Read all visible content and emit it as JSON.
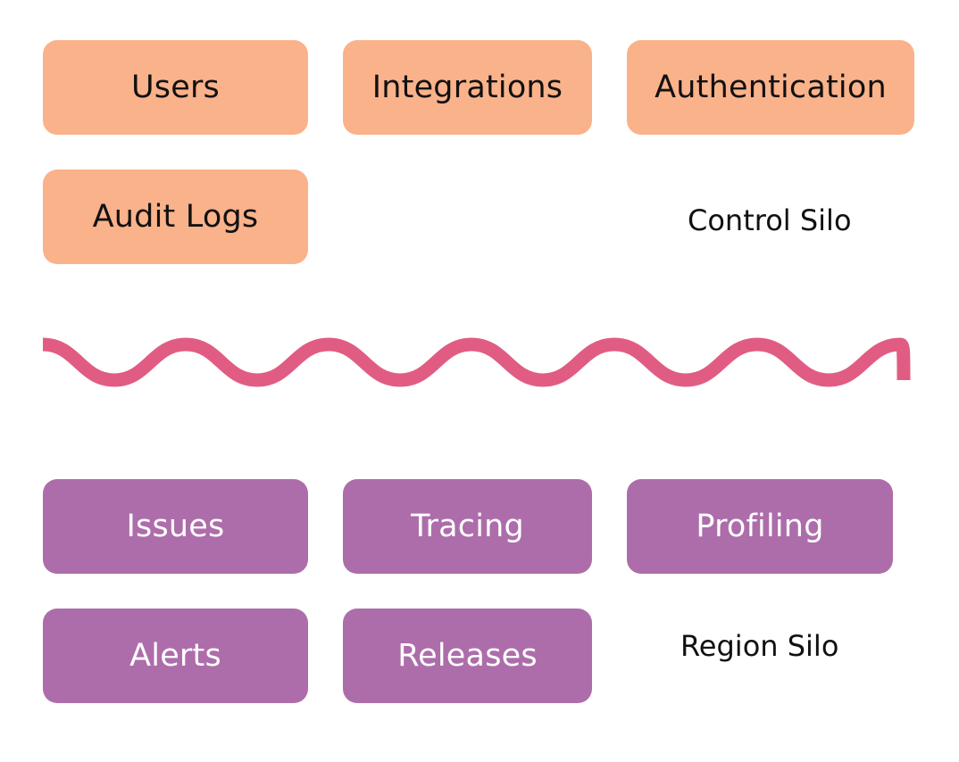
{
  "control": {
    "label": "Control Silo",
    "color": "#fab28b",
    "services": [
      "Users",
      "Integrations",
      "Authentication",
      "Audit Logs"
    ]
  },
  "region": {
    "label": "Region Silo",
    "color": "#ad6daa",
    "services": [
      "Issues",
      "Tracing",
      "Profiling",
      "Alerts",
      "Releases"
    ]
  },
  "divider": {
    "color": "#e15c83",
    "icon": "wavy-line"
  }
}
